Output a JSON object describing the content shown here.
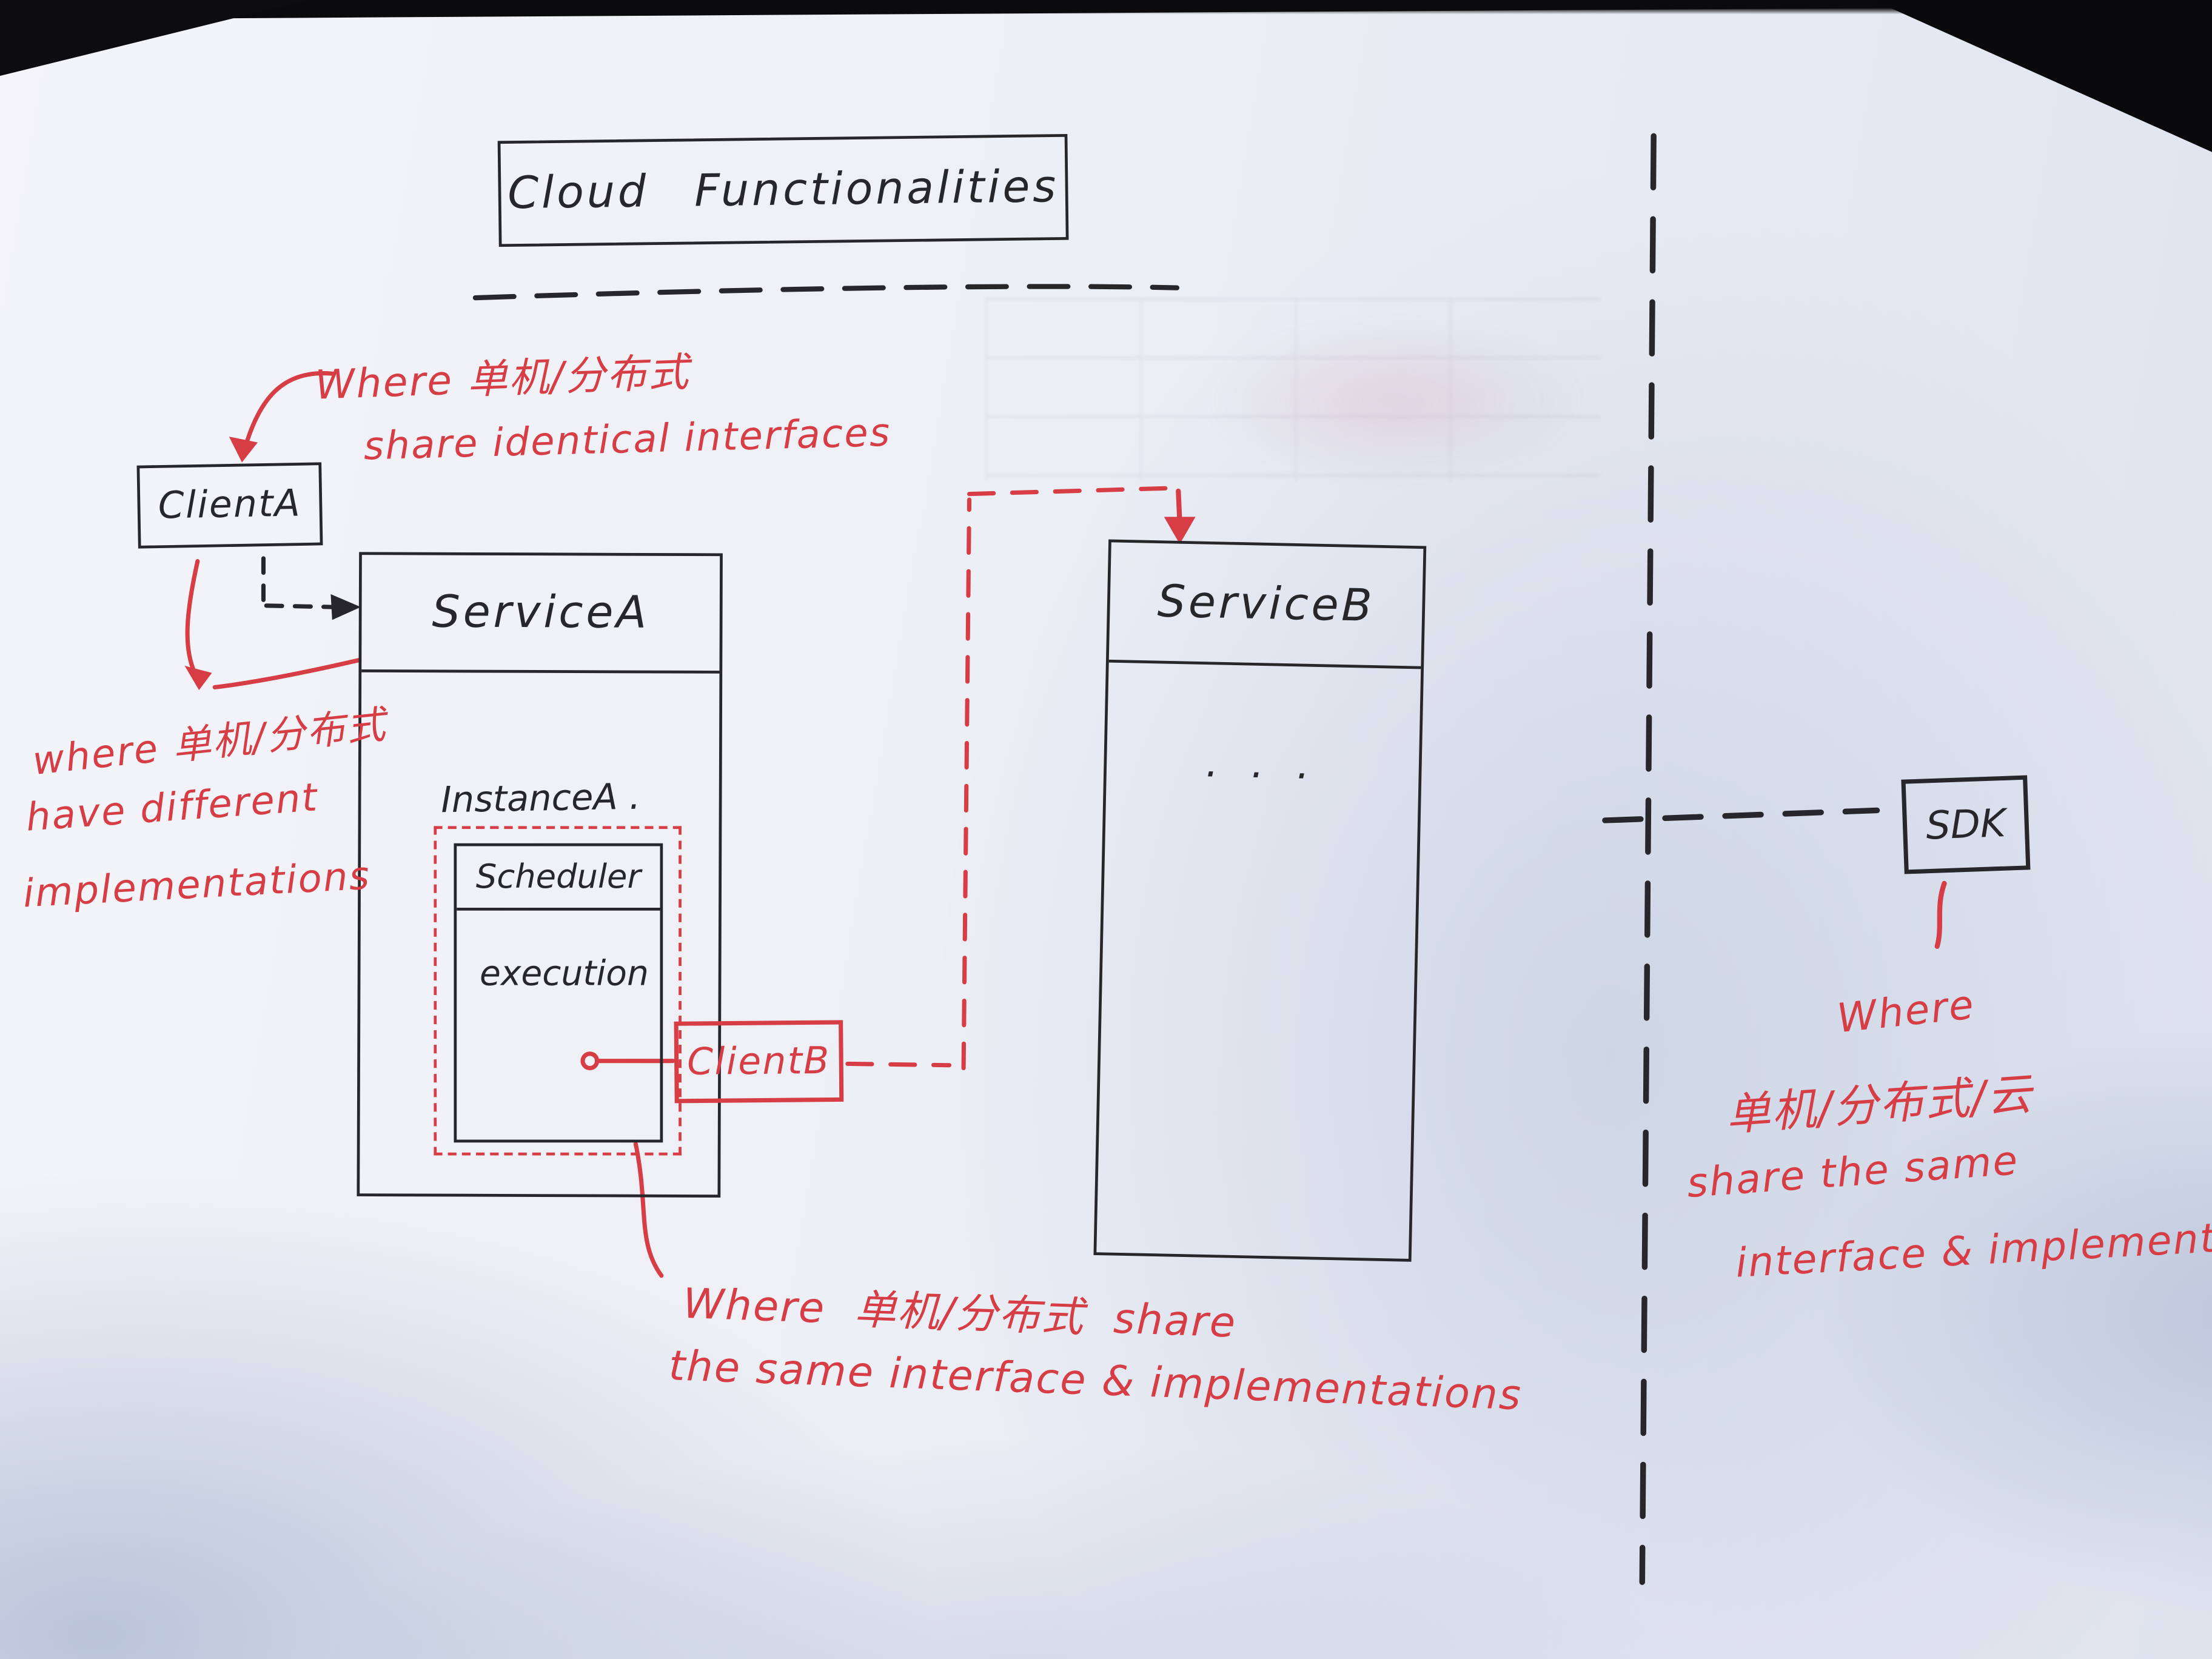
{
  "colors": {
    "ink": "#26262b",
    "annotation_red": "#d63d45",
    "paper": "#eef0f6"
  },
  "title_box": {
    "label": "Cloud Functionalities"
  },
  "client_a": {
    "label": "ClientA"
  },
  "service_a": {
    "label": "ServiceA",
    "instance_label": "InstanceA .",
    "scheduler_label": "Scheduler",
    "execution_label": "execution"
  },
  "client_b": {
    "label": "ClientB"
  },
  "service_b": {
    "label": "ServiceB",
    "body": ". . ."
  },
  "sdk": {
    "label": "SDK"
  },
  "annotations": {
    "top": {
      "line1": "Where 单机/分布式",
      "line2": "share identical interfaces"
    },
    "left": {
      "line1": "where 单机/分布式",
      "line2": "have different",
      "line3": "implementations"
    },
    "bottom": {
      "line1": "Where 单机/分布式  share",
      "line2": "the same  interface & implementations"
    },
    "right": {
      "line1": "Where",
      "line2": "单机/分布式/云",
      "line3": "share the same",
      "line4": "interface & implementation"
    }
  }
}
